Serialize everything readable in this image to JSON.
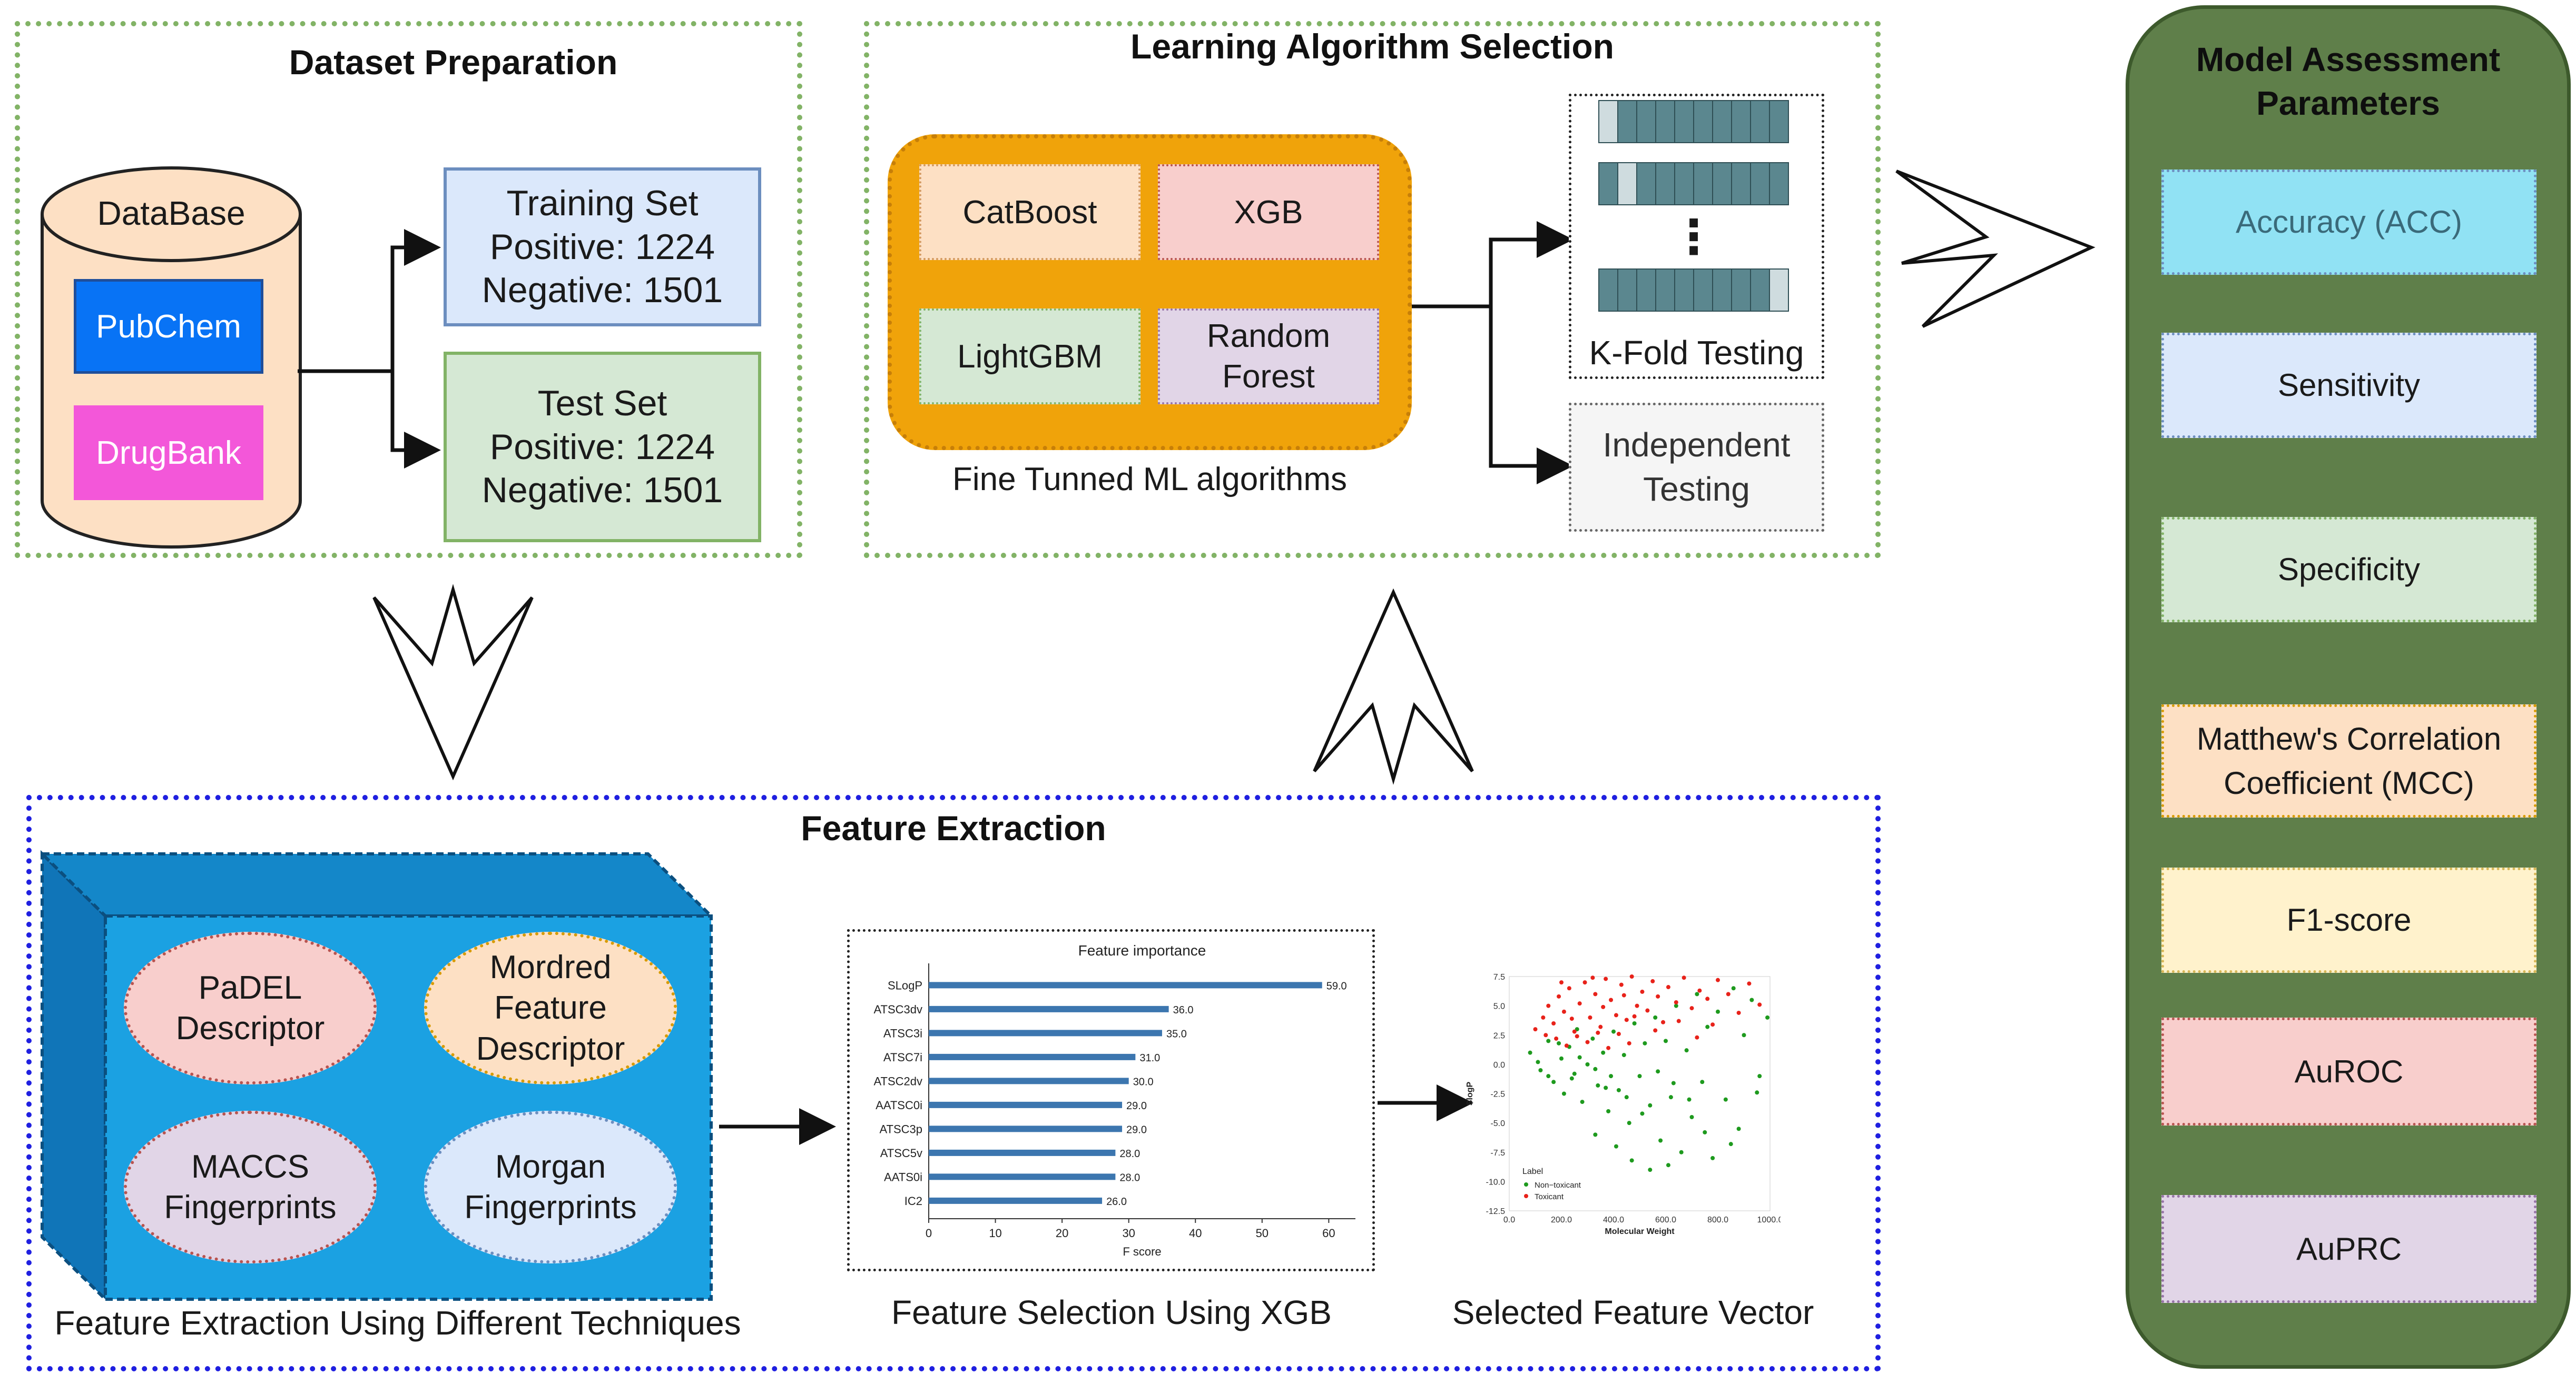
{
  "colors": {
    "panel_green_border": "#82b366",
    "panel_blue_border": "#1f1fe0",
    "assessment_bg": "#5f7f4a",
    "db_fill": "#fde0c4",
    "pubchem": "#0873f5",
    "drugbank": "#f357d9",
    "train_fill": "#dbe8fb",
    "test_fill": "#d5e8d4",
    "algo_frame": "#f0a30a",
    "bar_blue": "#3c76af",
    "cube_face": "#1ba1e2",
    "cube_side": "#1075b8",
    "toxicant": "#e8221a",
    "non_toxicant": "#1e9a1e"
  },
  "dataset": {
    "title": "Dataset Preparation",
    "database_label": "DataBase",
    "pubchem": "PubChem",
    "drugbank": "DrugBank",
    "training": {
      "title": "Training Set",
      "positive": "Positive: 1224",
      "negative": "Negative: 1501"
    },
    "test": {
      "title": "Test Set",
      "positive": "Positive: 1224",
      "negative": "Negative: 1501"
    }
  },
  "learning": {
    "title": "Learning Algorithm Selection",
    "algorithms": [
      "CatBoost",
      "XGB",
      "LightGBM",
      "Random Forest"
    ],
    "algorithms_caption": "Fine Tunned ML algorithms",
    "kfold_label": "K-Fold Testing",
    "kfold_ellipsis": "⋮",
    "independent_label": "Independent Testing"
  },
  "assessment": {
    "title": "Model Assessment Parameters",
    "items": [
      "Accuracy (ACC)",
      "Sensitivity",
      "Specificity",
      "Matthew's Correlation Coefficient (MCC)",
      "F1-score",
      "AuROC",
      "AuPRC"
    ]
  },
  "features": {
    "title": "Feature Extraction",
    "techniques": [
      "PaDEL Descriptor",
      "Mordred Feature Descriptor",
      "MACCS Fingerprints",
      "Morgan Fingerprints"
    ],
    "techniques_caption": "Feature Extraction Using Different Techniques",
    "selection_caption": "Feature Selection Using XGB",
    "vector_caption": "Selected Feature Vector"
  },
  "chart_data": [
    {
      "type": "bar",
      "orientation": "horizontal",
      "title": "Feature importance",
      "xlabel": "F score",
      "ylabel": "",
      "categories": [
        "SLogP",
        "ATSC3dv",
        "ATSC3i",
        "ATSC7i",
        "ATSC2dv",
        "AATSC0i",
        "ATSC3p",
        "ATSC5v",
        "AATS0i",
        "IC2"
      ],
      "values": [
        59.0,
        36.0,
        35.0,
        31.0,
        30.0,
        29.0,
        29.0,
        28.0,
        28.0,
        26.0
      ],
      "value_labels": [
        "59.0",
        "36.0",
        "35.0",
        "31.0",
        "30.0",
        "29.0",
        "29.0",
        "28.0",
        "28.0",
        "26.0"
      ],
      "xticks": [
        "0",
        "10",
        "20",
        "30",
        "40",
        "50",
        "60"
      ],
      "xlim": [
        0,
        64
      ]
    },
    {
      "type": "scatter",
      "xlabel": "Molecular Weight",
      "ylabel": "SlogP",
      "xlim": [
        0,
        1000
      ],
      "ylim": [
        -12.5,
        7.5
      ],
      "xticks": [
        "0.0",
        "200.0",
        "400.0",
        "600.0",
        "800.0",
        "1000.0"
      ],
      "yticks": [
        "7.5",
        "5.0",
        "2.5",
        "0.0",
        "-2.5",
        "-5.0",
        "-7.5",
        "-10.0",
        "-12.5"
      ],
      "legend_title": "Label",
      "series": [
        {
          "name": "Non−toxicant",
          "color": "#1e9a1e",
          "points": [
            [
              80,
              1.0
            ],
            [
              120,
              -0.5
            ],
            [
              150,
              2.0
            ],
            [
              170,
              -1.5
            ],
            [
              200,
              0.5
            ],
            [
              210,
              -2.5
            ],
            [
              230,
              1.5
            ],
            [
              250,
              -0.8
            ],
            [
              260,
              3.0
            ],
            [
              280,
              -3.2
            ],
            [
              300,
              0.0
            ],
            [
              320,
              2.2
            ],
            [
              340,
              -1.8
            ],
            [
              360,
              1.0
            ],
            [
              380,
              -4.0
            ],
            [
              400,
              2.8
            ],
            [
              420,
              -2.2
            ],
            [
              440,
              0.8
            ],
            [
              460,
              -5.0
            ],
            [
              480,
              3.5
            ],
            [
              500,
              -1.0
            ],
            [
              520,
              1.8
            ],
            [
              540,
              -3.5
            ],
            [
              560,
              4.0
            ],
            [
              580,
              -6.5
            ],
            [
              600,
              2.0
            ],
            [
              620,
              -2.8
            ],
            [
              640,
              5.0
            ],
            [
              660,
              -7.5
            ],
            [
              680,
              1.2
            ],
            [
              700,
              -4.5
            ],
            [
              720,
              6.0
            ],
            [
              740,
              -1.5
            ],
            [
              760,
              3.2
            ],
            [
              780,
              -8.0
            ],
            [
              800,
              4.5
            ],
            [
              830,
              -3.0
            ],
            [
              860,
              6.5
            ],
            [
              880,
              -5.5
            ],
            [
              900,
              2.5
            ],
            [
              930,
              5.5
            ],
            [
              960,
              -1.0
            ],
            [
              990,
              4.0
            ],
            [
              150,
              -1.0
            ],
            [
              190,
              1.8
            ],
            [
              240,
              -1.2
            ],
            [
              270,
              0.6
            ],
            [
              330,
              -0.4
            ],
            [
              390,
              -1.0
            ],
            [
              450,
              -2.8
            ],
            [
              510,
              -4.2
            ],
            [
              570,
              -0.6
            ],
            [
              630,
              -1.6
            ],
            [
              690,
              -3.0
            ],
            [
              750,
              -5.8
            ],
            [
              850,
              -6.8
            ],
            [
              950,
              -2.4
            ],
            [
              110,
              0.2
            ],
            [
              330,
              -6.0
            ],
            [
              470,
              -8.2
            ],
            [
              540,
              -9.0
            ],
            [
              410,
              -7.0
            ],
            [
              610,
              -8.6
            ],
            [
              370,
              -2.0
            ]
          ]
        },
        {
          "name": "Toxicant",
          "color": "#e8221a",
          "points": [
            [
              100,
              3.0
            ],
            [
              130,
              4.0
            ],
            [
              150,
              5.0
            ],
            [
              170,
              3.5
            ],
            [
              190,
              5.8
            ],
            [
              210,
              4.5
            ],
            [
              230,
              6.5
            ],
            [
              250,
              2.8
            ],
            [
              270,
              5.2
            ],
            [
              290,
              7.0
            ],
            [
              310,
              4.0
            ],
            [
              330,
              6.0
            ],
            [
              350,
              3.2
            ],
            [
              370,
              7.3
            ],
            [
              390,
              5.5
            ],
            [
              410,
              4.2
            ],
            [
              430,
              6.8
            ],
            [
              450,
              3.8
            ],
            [
              470,
              7.5
            ],
            [
              490,
              5.0
            ],
            [
              510,
              6.2
            ],
            [
              530,
              4.6
            ],
            [
              550,
              7.1
            ],
            [
              570,
              5.8
            ],
            [
              590,
              3.6
            ],
            [
              610,
              6.6
            ],
            [
              640,
              5.3
            ],
            [
              670,
              7.4
            ],
            [
              700,
              4.8
            ],
            [
              730,
              6.3
            ],
            [
              760,
              5.6
            ],
            [
              800,
              7.2
            ],
            [
              840,
              6.0
            ],
            [
              880,
              4.4
            ],
            [
              920,
              6.9
            ],
            [
              960,
              5.1
            ],
            [
              180,
              2.2
            ],
            [
              220,
              1.6
            ],
            [
              260,
              2.4
            ],
            [
              300,
              1.9
            ],
            [
              340,
              2.7
            ],
            [
              380,
              1.4
            ],
            [
              420,
              2.6
            ],
            [
              460,
              1.8
            ],
            [
              200,
              7.0
            ],
            [
              320,
              7.4
            ],
            [
              440,
              5.9
            ],
            [
              360,
              4.9
            ],
            [
              480,
              4.1
            ],
            [
              560,
              2.9
            ],
            [
              650,
              3.7
            ],
            [
              720,
              2.3
            ],
            [
              780,
              3.4
            ],
            [
              140,
              2.5
            ],
            [
              240,
              3.9
            ]
          ]
        }
      ]
    }
  ]
}
